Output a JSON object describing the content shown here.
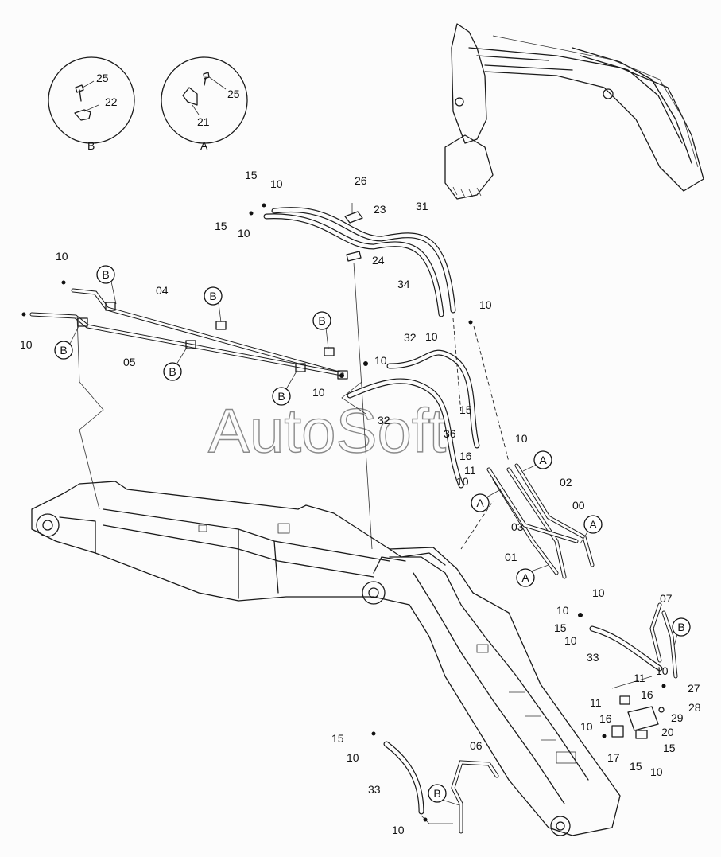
{
  "watermark": "AutoSoft",
  "detail_views": [
    {
      "id": "B",
      "label": "B",
      "parts": [
        "25",
        "22"
      ]
    },
    {
      "id": "A",
      "label": "A",
      "parts": [
        "25",
        "21"
      ]
    }
  ],
  "callouts": [
    {
      "id": "c15a",
      "text": "15"
    },
    {
      "id": "c10a",
      "text": "10"
    },
    {
      "id": "c15b",
      "text": "15"
    },
    {
      "id": "c10b",
      "text": "10"
    },
    {
      "id": "c26",
      "text": "26"
    },
    {
      "id": "c23",
      "text": "23"
    },
    {
      "id": "c31",
      "text": "31"
    },
    {
      "id": "c24",
      "text": "24"
    },
    {
      "id": "c34",
      "text": "34"
    },
    {
      "id": "c10c",
      "text": "10"
    },
    {
      "id": "c10d",
      "text": "10"
    },
    {
      "id": "c10e",
      "text": "10"
    },
    {
      "id": "c04",
      "text": "04"
    },
    {
      "id": "c10f",
      "text": "10"
    },
    {
      "id": "c05",
      "text": "05"
    },
    {
      "id": "c10g",
      "text": "10"
    },
    {
      "id": "c32a",
      "text": "32"
    },
    {
      "id": "c10h",
      "text": "10"
    },
    {
      "id": "c32b",
      "text": "32"
    },
    {
      "id": "c15c",
      "text": "15"
    },
    {
      "id": "c36",
      "text": "36"
    },
    {
      "id": "c16a",
      "text": "16"
    },
    {
      "id": "c11a",
      "text": "11"
    },
    {
      "id": "c10i",
      "text": "10"
    },
    {
      "id": "c10j",
      "text": "10"
    },
    {
      "id": "c02",
      "text": "02"
    },
    {
      "id": "c00",
      "text": "00"
    },
    {
      "id": "c03",
      "text": "03"
    },
    {
      "id": "c01",
      "text": "01"
    },
    {
      "id": "c10k",
      "text": "10"
    },
    {
      "id": "c10l",
      "text": "10"
    },
    {
      "id": "c15d",
      "text": "15"
    },
    {
      "id": "c10m",
      "text": "10"
    },
    {
      "id": "c07",
      "text": "07"
    },
    {
      "id": "c33a",
      "text": "33"
    },
    {
      "id": "c11b",
      "text": "11"
    },
    {
      "id": "c10n",
      "text": "10"
    },
    {
      "id": "c11c",
      "text": "11"
    },
    {
      "id": "c16b",
      "text": "16"
    },
    {
      "id": "c16c",
      "text": "16"
    },
    {
      "id": "c27",
      "text": "27"
    },
    {
      "id": "c28",
      "text": "28"
    },
    {
      "id": "c29",
      "text": "29"
    },
    {
      "id": "c10o",
      "text": "10"
    },
    {
      "id": "c20",
      "text": "20"
    },
    {
      "id": "c15e",
      "text": "15"
    },
    {
      "id": "c17",
      "text": "17"
    },
    {
      "id": "c15f",
      "text": "15"
    },
    {
      "id": "c10p",
      "text": "10"
    },
    {
      "id": "c06",
      "text": "06"
    },
    {
      "id": "c15g",
      "text": "15"
    },
    {
      "id": "c10q",
      "text": "10"
    },
    {
      "id": "c33b",
      "text": "33"
    },
    {
      "id": "c10r",
      "text": "10"
    }
  ],
  "badges": [
    {
      "id": "bB1",
      "text": "B"
    },
    {
      "id": "bB2",
      "text": "B"
    },
    {
      "id": "bB3",
      "text": "B"
    },
    {
      "id": "bB4",
      "text": "B"
    },
    {
      "id": "bB5",
      "text": "B"
    },
    {
      "id": "bB6",
      "text": "B"
    },
    {
      "id": "bB7",
      "text": "B"
    },
    {
      "id": "bB8",
      "text": "B"
    },
    {
      "id": "bA1",
      "text": "A"
    },
    {
      "id": "bA2",
      "text": "A"
    },
    {
      "id": "bA3",
      "text": "A"
    },
    {
      "id": "bA4",
      "text": "A"
    }
  ]
}
